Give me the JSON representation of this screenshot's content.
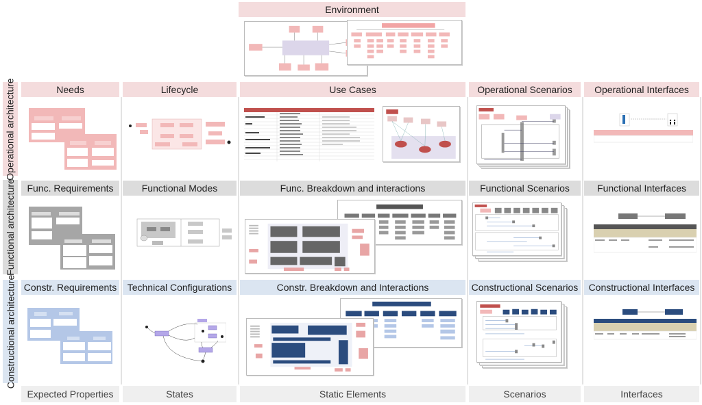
{
  "colors": {
    "operational": "#f4dcdd",
    "functional": "#dcdcdc",
    "constructional": "#dbe5f1",
    "footer": "#efefef",
    "accent_red": "#c0504d",
    "accent_pink": "#f2b8b8",
    "accent_dark_grey": "#666666",
    "accent_navy": "#2b4c7e",
    "accent_purple": "#b4a7e8"
  },
  "environment": {
    "title": "Environment"
  },
  "rows": [
    {
      "label": "Operational architecture",
      "columns": [
        "Needs",
        "Lifecycle",
        "Use Cases",
        "Operational Scenarios",
        "Operational Interfaces"
      ]
    },
    {
      "label": "Functional architecture",
      "columns": [
        "Func. Requirements",
        "Functional Modes",
        "Func. Breakdown and interactions",
        "Functional Scenarios",
        "Functional Interfaces"
      ]
    },
    {
      "label": "Constructional architecture",
      "columns": [
        "Constr. Requirements",
        "Technical Configurations",
        "Constr. Breakdown and Interactions",
        "Constructional Scenarios",
        "Constructional Interfaces"
      ]
    }
  ],
  "footer": [
    "Expected Properties",
    "States",
    "Static Elements",
    "Scenarios",
    "Interfaces"
  ]
}
